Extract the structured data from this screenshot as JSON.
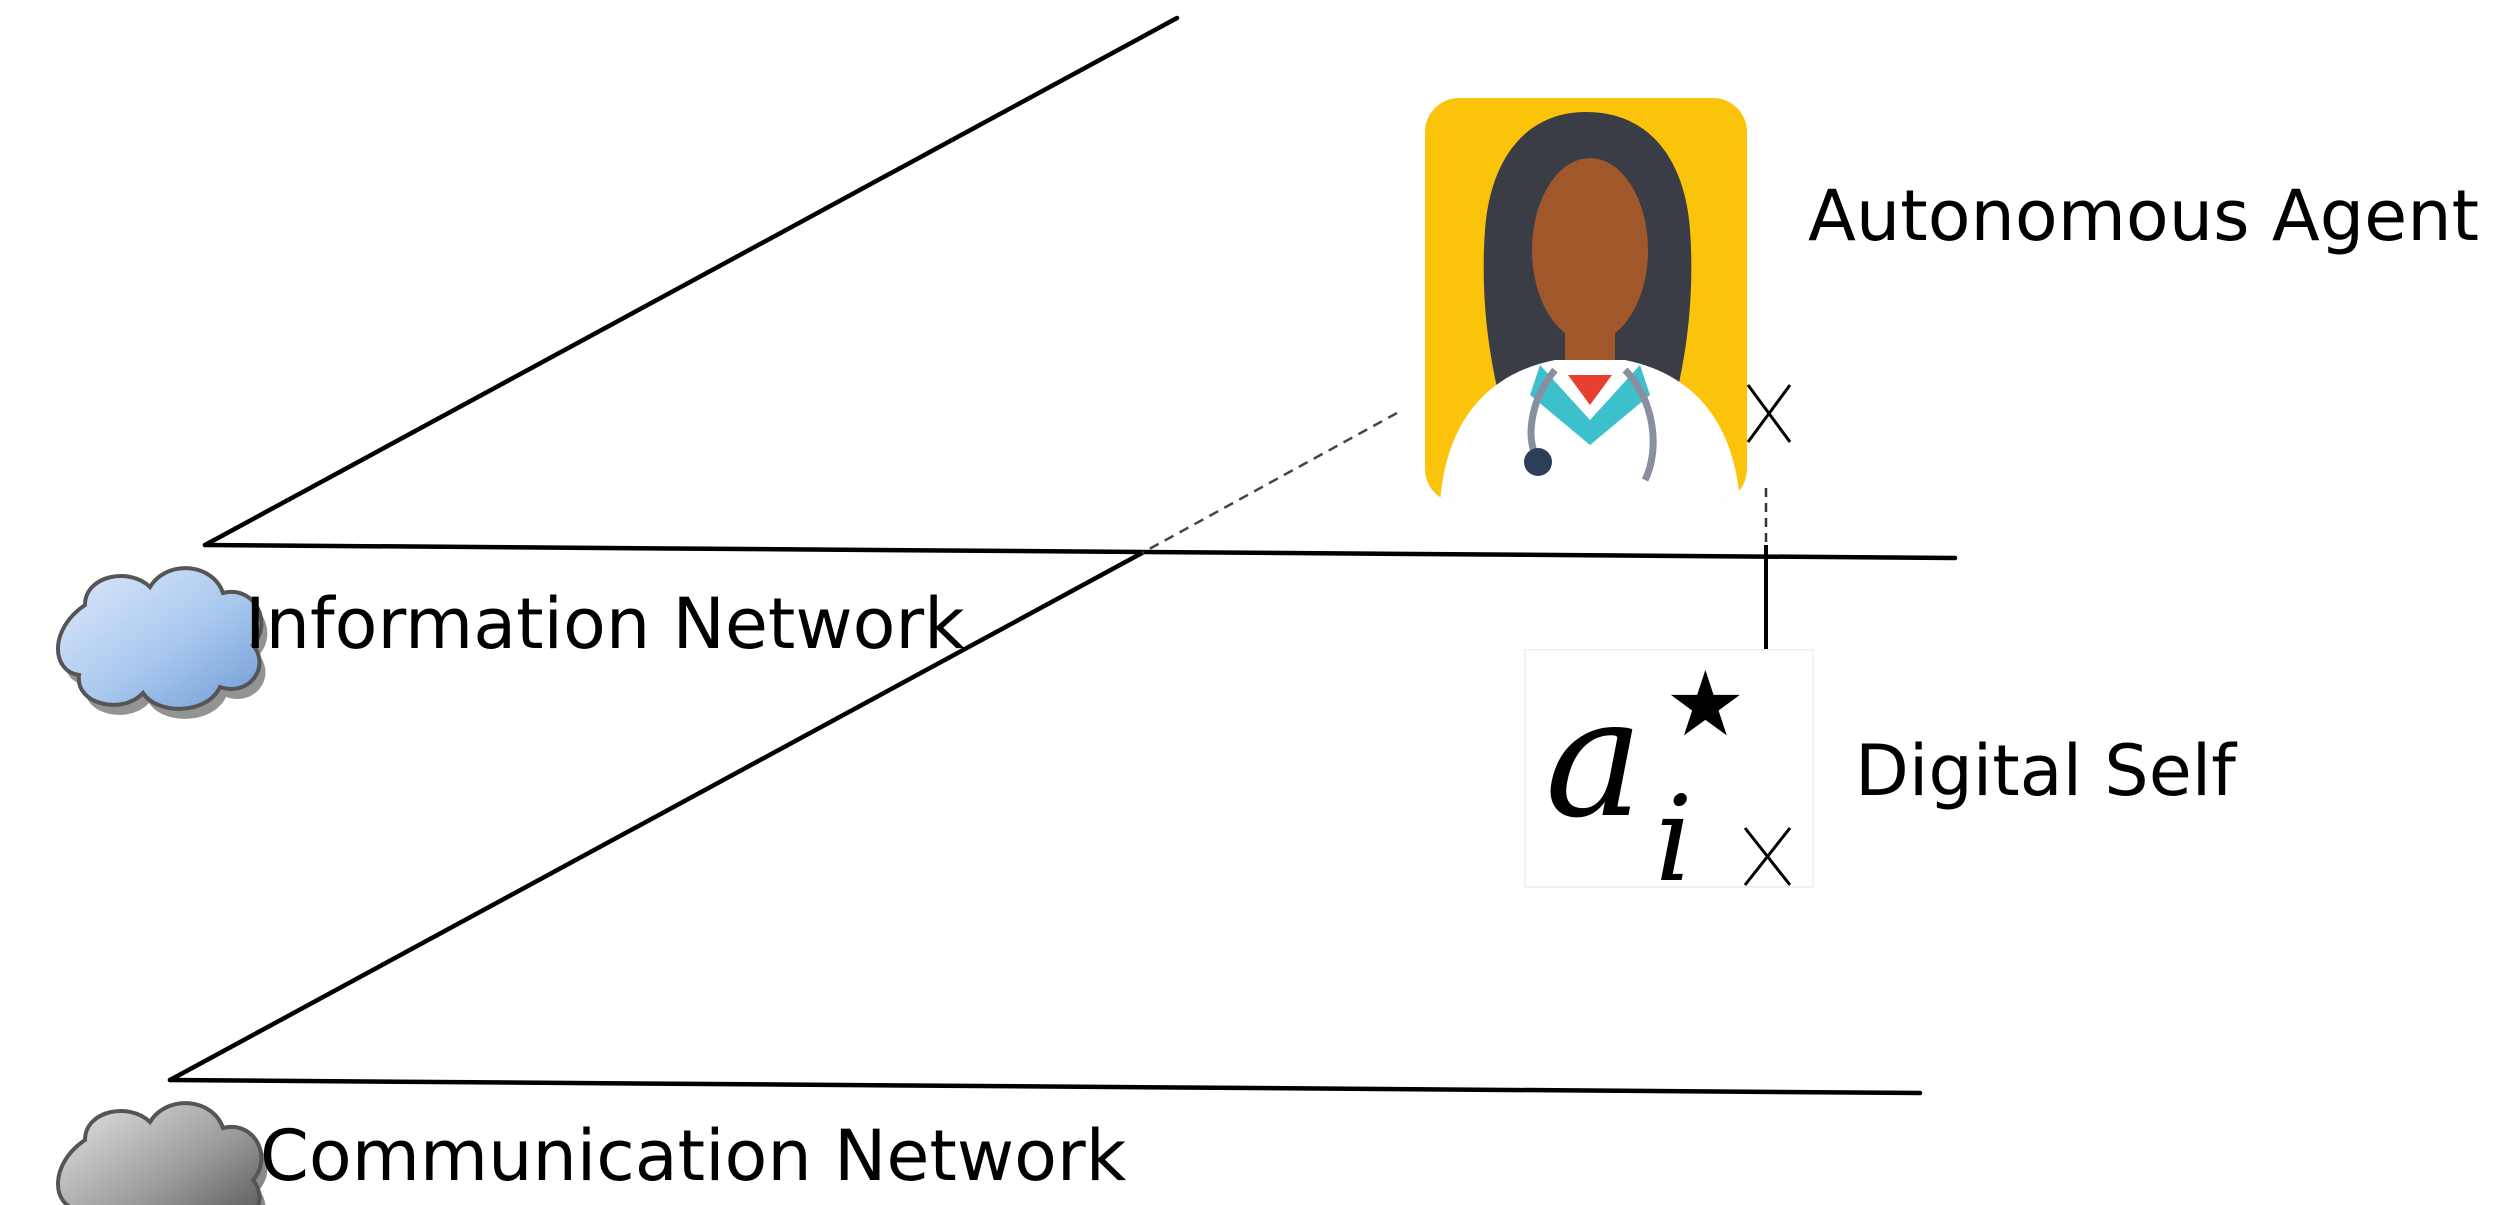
{
  "labels": {
    "information_network": "Information Network",
    "communication_network": "Communication Network",
    "autonomous_agent": "Autonomous Agent",
    "digital_self": "Digital Self"
  },
  "digital_self_symbol": {
    "base": "a",
    "subscript": "i",
    "superscript": "★"
  },
  "icons": {
    "information_network": "cloud-icon",
    "communication_network": "cloud-icon",
    "autonomous_agent": "doctor-avatar-icon"
  },
  "colors": {
    "line": "#000000",
    "info_cloud": "#a9c8ee",
    "comm_cloud": "#9a9a9a",
    "avatar_background": "#fcc30b",
    "skin": "#a0572a",
    "hair": "#3a3d45",
    "coat": "#ffffff",
    "collar": "#3cc0cc",
    "shirt": "#e84030",
    "stethoscope": "#2e3e58"
  }
}
